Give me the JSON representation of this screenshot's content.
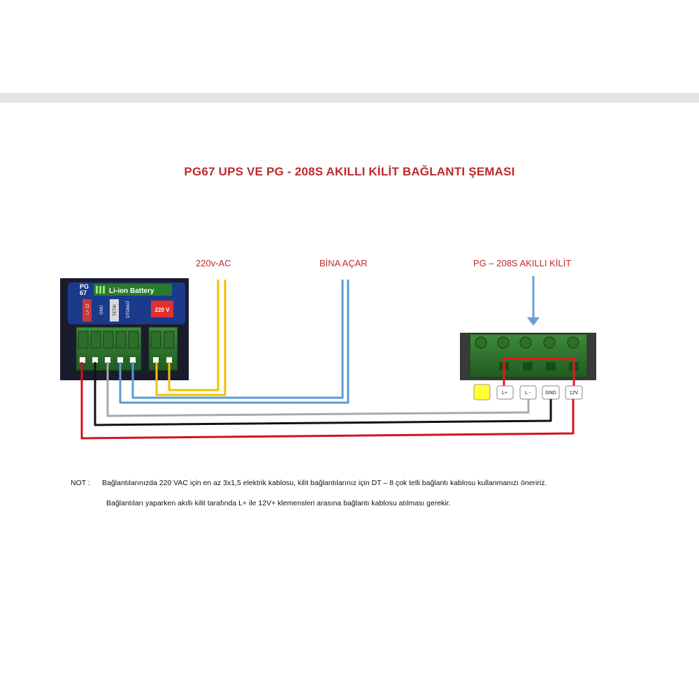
{
  "title": "PG67 UPS  VE PG - 208S AKILLI KİLİT BAĞLANTI ŞEMASI",
  "labels": {
    "ac": "220v-AC",
    "door": "BİNA AÇAR",
    "lock": "PG – 208S AKILLI KİLİT"
  },
  "ups": {
    "model": "PG\n67",
    "battery": "Li-ion Battery",
    "tags": [
      "L+ 12",
      "GND",
      "TETİK",
      "OTOMAT"
    ],
    "voltage": "220 V"
  },
  "lock_terminals": [
    "L+",
    "L -",
    "GND",
    "12V"
  ],
  "colors": {
    "ac": "#f2c200",
    "door": "#5b9bd5",
    "gnd": "#111111",
    "lminus": "#a9a9a9",
    "lplus": "#d0141c",
    "bridge": "#e21b1b",
    "arrow": "#6a9fd4",
    "title": "#c0282b"
  },
  "note": {
    "prefix": "NOT :",
    "line1": "Bağlantılarınızda 220 VAC için en az 3x1,5 elektrik kablosu, kilit bağlantılarınız için DT – 8  çok telli bağlantı kablosu kullanmanızı öneririz.",
    "line2": "Bağlantıları yaparken akıllı kilit tarafında L+ ile 12V+ klemensleri arasına bağlantı kablosu atılması gerekir."
  }
}
